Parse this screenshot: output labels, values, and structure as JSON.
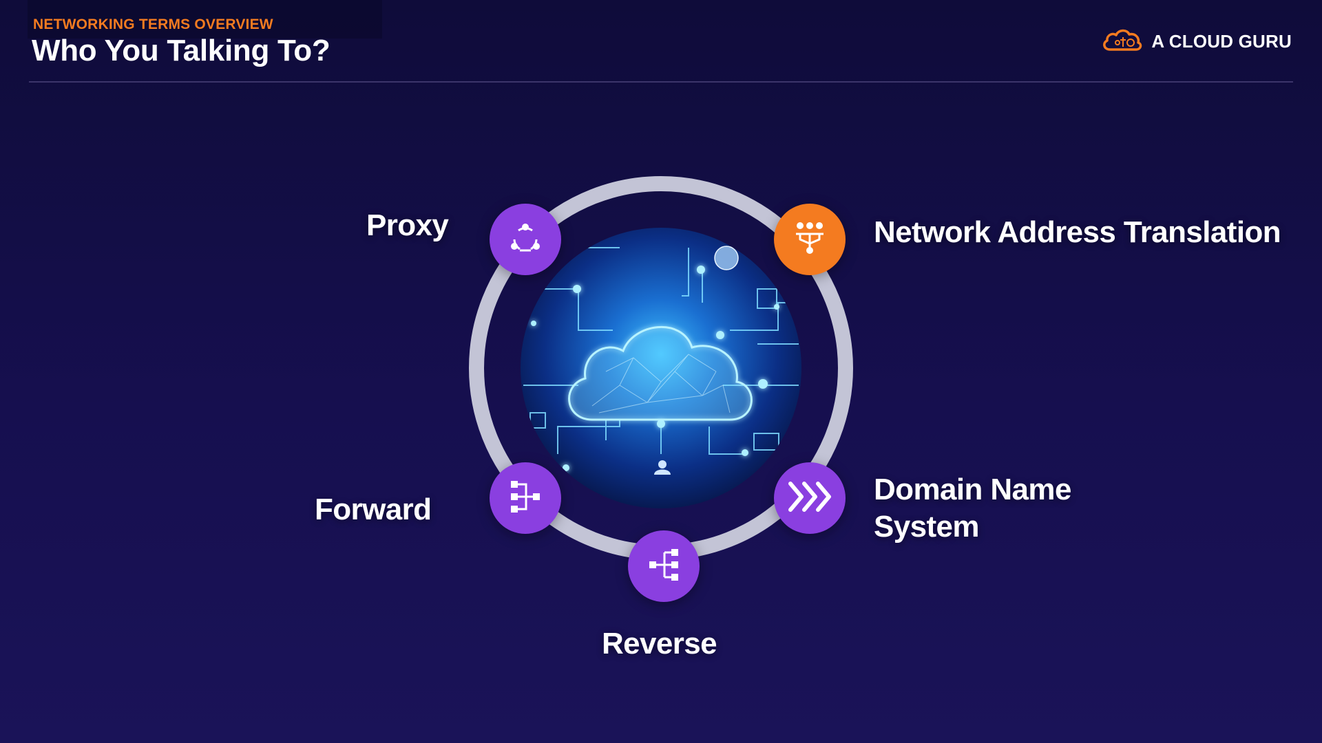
{
  "header": {
    "subtitle": "NETWORKING TERMS OVERVIEW",
    "title": "Who You Talking To?"
  },
  "brand": {
    "name": "A CLOUD GURU",
    "icon": "cloud-logo-icon"
  },
  "diagram": {
    "center_image": "cloud-network-illustration",
    "nodes": [
      {
        "label": "Proxy",
        "icon": "share-nodes-icon",
        "color": "#8a3fe0"
      },
      {
        "label": "Network Address Translation",
        "icon": "network-hub-icon",
        "color": "#f47b20"
      },
      {
        "label": "Forward",
        "icon": "forward-tree-icon",
        "color": "#8a3fe0"
      },
      {
        "label_line1": "Domain Name",
        "label_line2": "System",
        "icon": "triple-chevron-right-icon",
        "color": "#8a3fe0"
      },
      {
        "label": "Reverse",
        "icon": "reverse-tree-icon",
        "color": "#8a3fe0"
      }
    ]
  },
  "colors": {
    "accent_orange": "#f47b20",
    "accent_purple": "#8a3fe0",
    "ring": "#c3c4d6",
    "background": "#160f4f"
  }
}
